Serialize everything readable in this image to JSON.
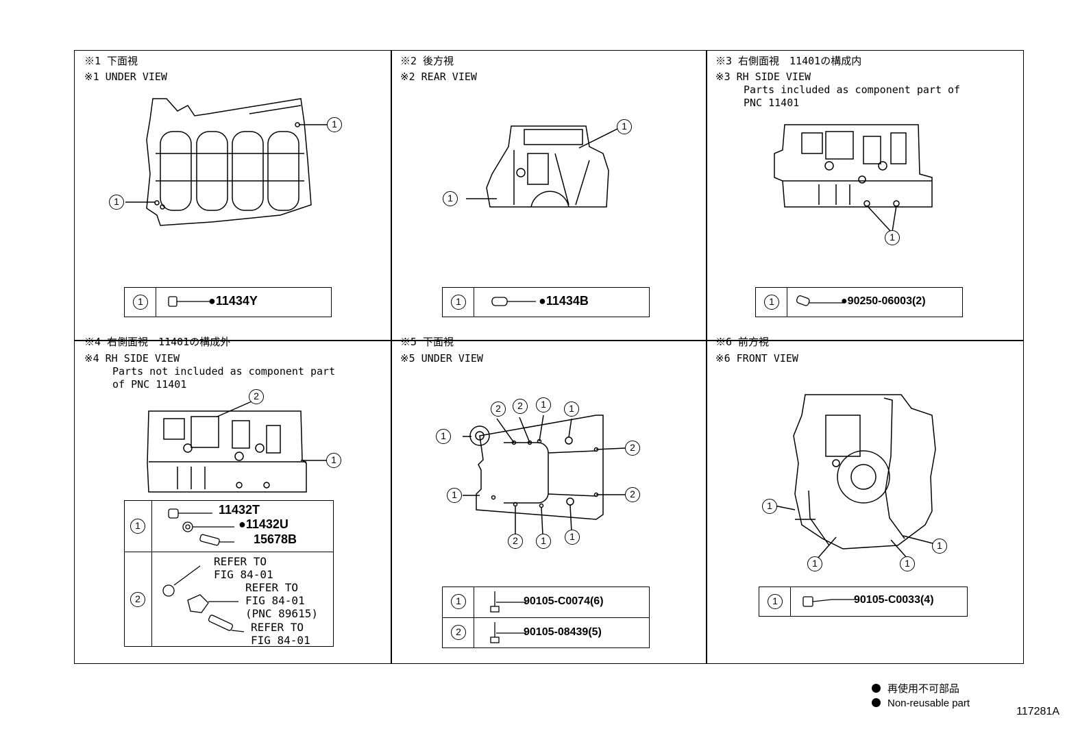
{
  "legend": {
    "jp": "再使用不可部品",
    "en": "Non-reusable part"
  },
  "figure_id": "117281A",
  "panels": [
    {
      "id": "p1",
      "title_jp": "※1 下面視",
      "title_en": "※1 UNDER VIEW",
      "rows": [
        {
          "callout": "1",
          "parts": [
            "●11434Y"
          ]
        }
      ]
    },
    {
      "id": "p2",
      "title_jp": "※2 後方視",
      "title_en": "※2 REAR VIEW",
      "rows": [
        {
          "callout": "1",
          "parts": [
            "●11434B"
          ]
        }
      ]
    },
    {
      "id": "p3",
      "title_jp": "※3 右側面視　11401の構成内",
      "title_en": "※3 RH SIDE VIEW",
      "note": "Parts included as component part of\nPNC 11401",
      "rows": [
        {
          "callout": "1",
          "parts": [
            "●90250-06003(2)"
          ]
        }
      ]
    },
    {
      "id": "p4",
      "title_jp": "※4 右側面視　11401の構成外",
      "title_en": "※4 RH SIDE VIEW",
      "note": "Parts not included as component part\nof PNC 11401",
      "rows": [
        {
          "callout": "1",
          "parts": [
            "11432T",
            "●11432U",
            "15678B"
          ]
        },
        {
          "callout": "2",
          "refs": [
            "REFER TO\nFIG 84-01",
            "REFER TO\nFIG 84-01\n(PNC 89615)",
            "REFER TO\nFIG 84-01"
          ]
        }
      ]
    },
    {
      "id": "p5",
      "title_jp": "※5 下面視",
      "title_en": "※5 UNDER VIEW",
      "rows": [
        {
          "callout": "1",
          "parts": [
            "90105-C0074(6)"
          ]
        },
        {
          "callout": "2",
          "parts": [
            "90105-08439(5)"
          ]
        }
      ]
    },
    {
      "id": "p6",
      "title_jp": "※6 前方視",
      "title_en": "※6 FRONT VIEW",
      "rows": [
        {
          "callout": "1",
          "parts": [
            "90105-C0033(4)"
          ]
        }
      ]
    }
  ],
  "callouts": {
    "one": "1",
    "two": "2"
  }
}
